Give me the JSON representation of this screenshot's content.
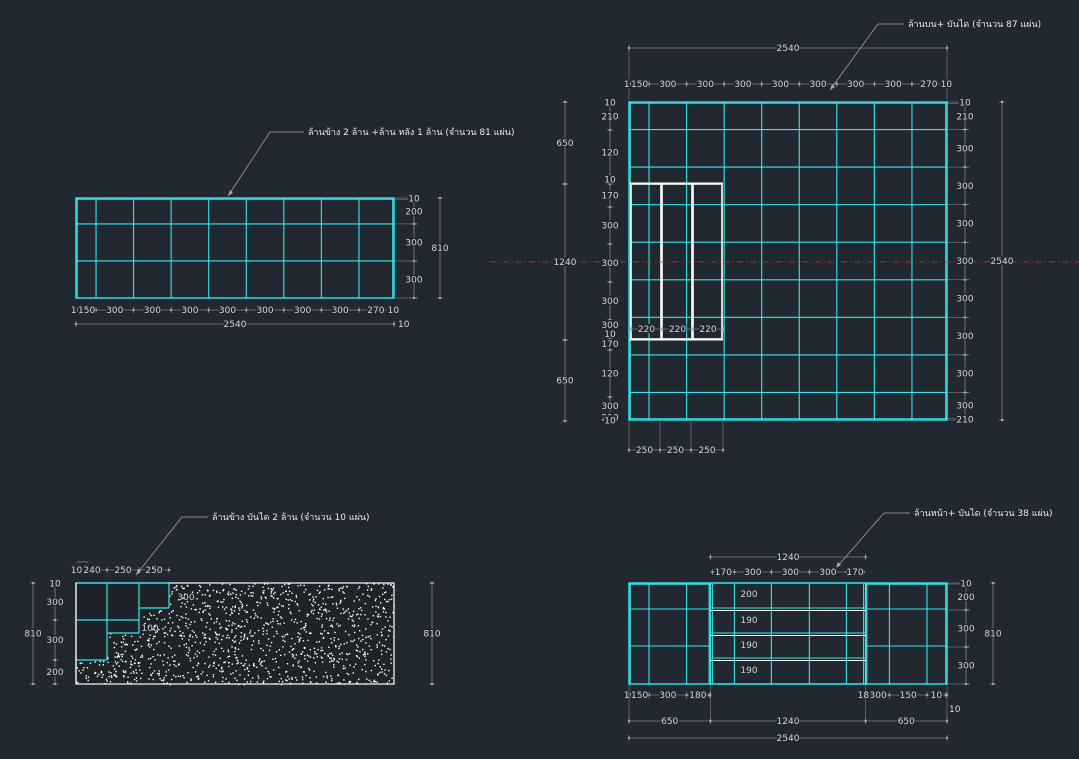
{
  "colors": {
    "background": "#212830",
    "grid": "#35e6ec",
    "panel_outline": "#ffffff",
    "dimension": "#a9a9a9",
    "center_line": "#c0392b",
    "text": "#d4d4d4"
  },
  "views": {
    "side_back": {
      "annotation": "ล้านข้าง 2 ล้าน +ล้าน หลัง 1 ล้าน (จำนวน 81 แผ่น)",
      "top_dims": [
        "10",
        "150",
        "300",
        "300",
        "300",
        "300",
        "300",
        "300",
        "300",
        "270",
        "10"
      ],
      "total_width": "2540",
      "right_dims": [
        "10",
        "200",
        "300",
        "300"
      ],
      "total_height": "810"
    },
    "top_floor": {
      "annotation": "ล้านบน+ บันได (จำนวน 87 แผ่น)",
      "total_width": "2540",
      "top_dims": [
        "10",
        "150",
        "300",
        "300",
        "300",
        "300",
        "300",
        "300",
        "300",
        "270",
        "10"
      ],
      "right_dims": [
        "10",
        "210",
        "300",
        "300",
        "300",
        "300",
        "300",
        "300",
        "300",
        "300",
        "210",
        "10"
      ],
      "right_total": "2540",
      "left_dims": [
        "10",
        "210",
        "120",
        "10",
        "170",
        "300",
        "300",
        "300",
        "300",
        "10",
        "170",
        "120",
        "300",
        "210",
        "10"
      ],
      "left_total_top": "650",
      "left_total_mid": "1240",
      "left_total_bottom": "650",
      "stair_dims": [
        "220",
        "220",
        "220"
      ],
      "bottom_dims": [
        "250",
        "250",
        "250"
      ]
    },
    "side_stair": {
      "annotation": "ล้านข้าง บันได 2 ล้าน (จำนวน 10 แผ่น)",
      "top_dims": [
        "10",
        "240",
        "250",
        "250"
      ],
      "left_dims": [
        "10",
        "300",
        "300",
        "200"
      ],
      "left_total": "810",
      "right_total": "810",
      "inner_dims": [
        "300",
        "100"
      ]
    },
    "front_stair": {
      "annotation": "ล้านหน้า+ บันได (จำนวน 38 แผ่น)",
      "top_total": "1240",
      "top_dims": [
        "170",
        "300",
        "300",
        "300",
        "170"
      ],
      "inner_dims": [
        "200",
        "190",
        "190",
        "190"
      ],
      "right_dims": [
        "10",
        "200",
        "300",
        "300"
      ],
      "right_total": "810",
      "bottom_dims_left": [
        "10",
        "150",
        "300",
        "180"
      ],
      "bottom_dims_right": [
        "180",
        "300",
        "150",
        "10"
      ],
      "bottom_totals": [
        "650",
        "1240",
        "650"
      ],
      "bottom_edge": "10",
      "total_width": "2540"
    }
  }
}
